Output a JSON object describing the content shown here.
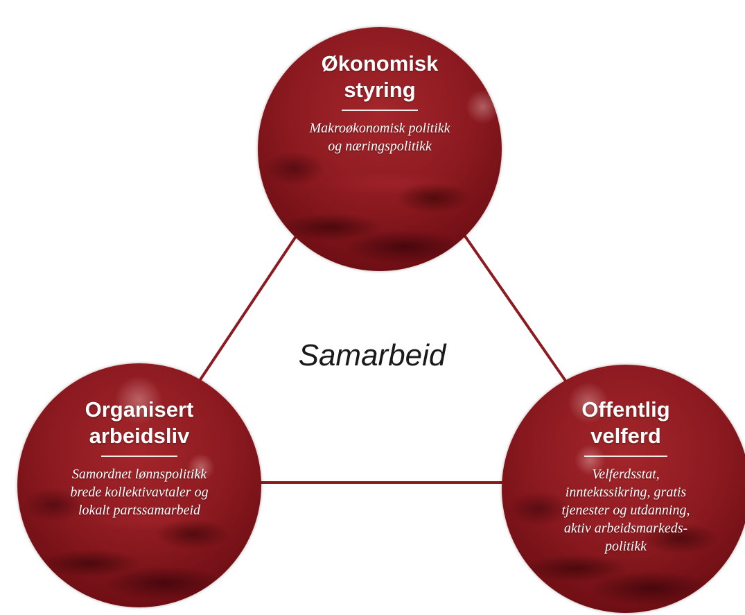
{
  "center_label": "Samarbeid",
  "colors": {
    "connector": "#8c1a20",
    "circle_fill": "#8c1a20",
    "text": "#ffffff"
  },
  "nodes": {
    "top": {
      "title_lines": [
        "Økonomisk",
        "styring"
      ],
      "subtitle_lines": [
        "Makroøkonomisk politikk",
        "og næringspolitikk"
      ]
    },
    "left": {
      "title_lines": [
        "Organisert",
        "arbeidsliv"
      ],
      "subtitle_lines": [
        "Samordnet lønnspolitikk",
        "brede kollektivavtaler og",
        "lokalt partssamarbeid"
      ]
    },
    "right": {
      "title_lines": [
        "Offentlig",
        "velferd"
      ],
      "subtitle_lines": [
        "Velferdsstat,",
        "inntektssikring, gratis",
        "tjenester og utdanning,",
        "aktiv arbeidsmarkeds-",
        "politikk"
      ]
    }
  }
}
